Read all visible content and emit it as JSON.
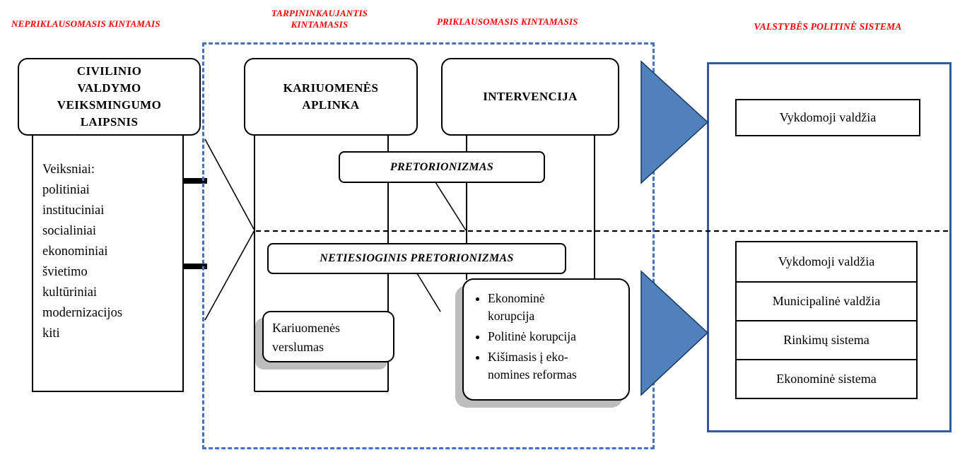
{
  "headers": {
    "independent": "NEPRIKLAUSOMASIS KINTAMAIS",
    "mediating_line1": "TARPININKAUJANTIS",
    "mediating_line2": "KINTAMASIS",
    "dependent": "PRIKLAUSOMASIS KINTAMASIS",
    "system": "VALSTYBĖS POLITINĖ SISTEMA"
  },
  "left_column": {
    "civil_box_lines": [
      "CIVILINIO",
      "VALDYMO",
      "VEIKSMINGUMO",
      "LAIPSNIS"
    ],
    "factors_lines": [
      "Veiksniai:",
      "politiniai",
      "instituciniai",
      "socialiniai",
      "ekonominiai",
      "švietimo",
      "kultūriniai",
      "modernizacijos",
      "kiti"
    ]
  },
  "middle_section": {
    "army_environment_line1": "KARIUOMENĖS",
    "army_environment_line2": "APLINKA",
    "intervention": "INTERVENCIJA",
    "praetorianism": "PRETORIONIZMAS",
    "indirect_praetorianism": "NETIESIOGINIS PRETORIONIZMAS",
    "army_business": "Kariuomenės verslumas",
    "corruption_items": [
      "Ekonominė\nkorupcija",
      "Politinė korupcija",
      "Kišimasis į eko-\nnomines reformas"
    ]
  },
  "right_panel": {
    "top_box": "Vykdomoji valdžia",
    "stack": [
      "Vykdomoji valdžia",
      "Municipalinė valdžia",
      "Rinkimų sistema",
      "Ekonominė sistema"
    ]
  },
  "colors": {
    "header_red": "#FF0000",
    "dashed_frame_blue": "#4472C4",
    "arrow_fill_blue": "#4F81BD",
    "arrow_stroke_blue": "#17375E",
    "panel_border_blue": "#2E5C9E",
    "line_black": "#000000",
    "shadow_gray": "#BDBDBD"
  }
}
